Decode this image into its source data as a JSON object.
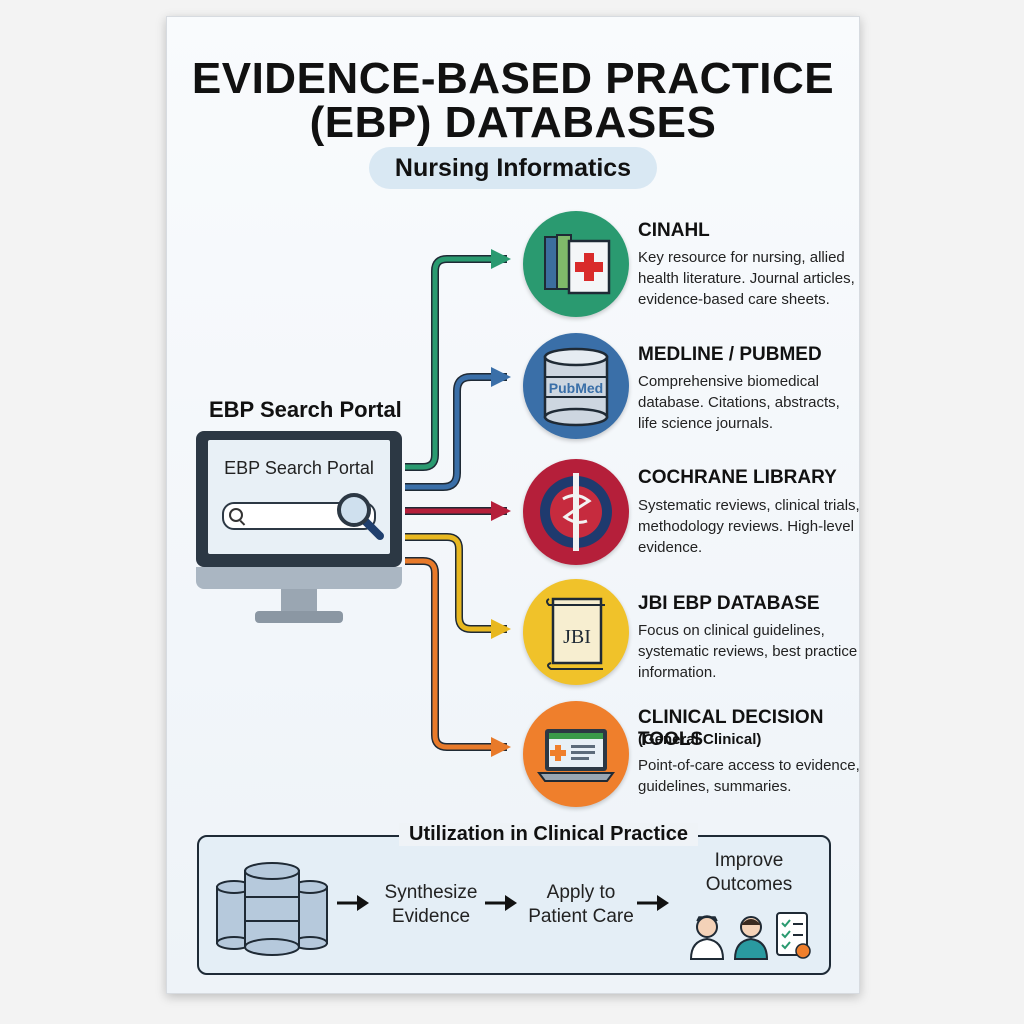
{
  "header": {
    "title_line1": "EVIDENCE-BASED PRACTICE",
    "title_line2": "(EBP) DATABASES",
    "subtitle": "Nursing Informatics"
  },
  "portal": {
    "label": "EBP Search Portal",
    "screen_text": "EBP Search Portal"
  },
  "databases": [
    {
      "name": "CINAHL",
      "description": "Key resource for nursing, allied health literature. Journal articles, evidence-based care sheets.",
      "color": "#2a9a70"
    },
    {
      "name": "MEDLINE / PUBMED",
      "description": "Comprehensive biomedical database. Citations, abstracts, life science journals.",
      "color": "#3a6fa8",
      "icon_text": "PubMed"
    },
    {
      "name": "COCHRANE LIBRARY",
      "description": "Systematic reviews, clinical trials, methodology reviews. High-level evidence.",
      "color": "#b51f3a"
    },
    {
      "name": "JBI EBP DATABASE",
      "description": "Focus on clinical guidelines, systematic reviews, best practice information.",
      "color": "#f0c22a",
      "icon_text": "JBI"
    },
    {
      "name": "CLINICAL DECISION TOOLS",
      "subname": "(General Clinical)",
      "description": "Point-of-care access to evidence, guidelines, summaries.",
      "color": "#ef7f2c"
    }
  ],
  "utilization": {
    "title": "Utilization in Clinical Practice",
    "steps": [
      "Synthesize Evidence",
      "Apply to Patient Care",
      "Improve Outcomes"
    ]
  },
  "icons": [
    "search-icon",
    "magnifier-icon",
    "books-icon",
    "database-icon",
    "caduceus-icon",
    "scroll-icon",
    "laptop-icon",
    "nurse-icon",
    "patient-icon",
    "checklist-icon"
  ]
}
